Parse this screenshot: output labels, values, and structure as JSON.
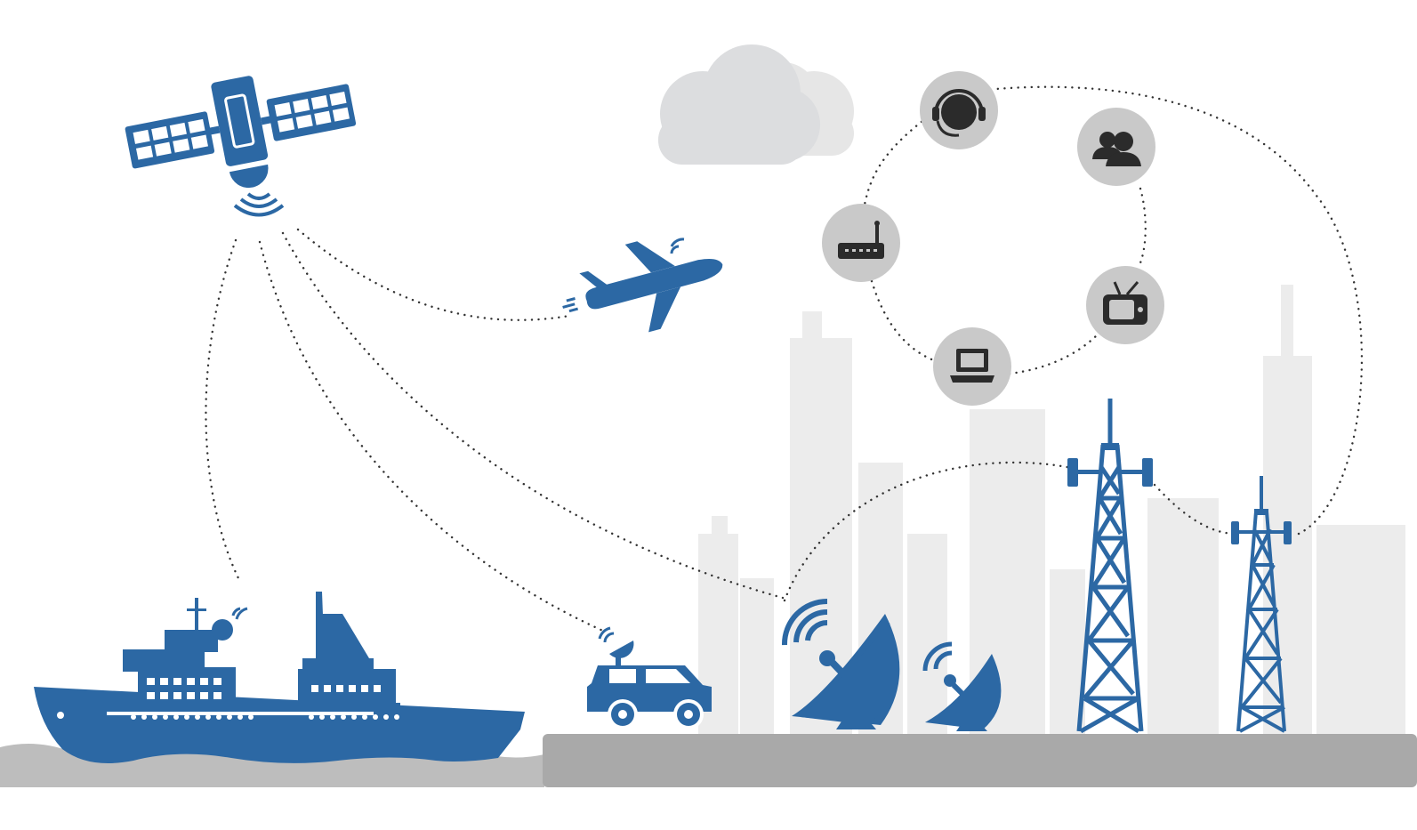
{
  "palette": {
    "primary": "#2c68a4",
    "icon_bg": "#c9c9c9",
    "icon_fg": "#2b2b2b",
    "cloud": "#e0e1e2",
    "ground": "#a9a9a9",
    "skyline": "#ececec"
  },
  "nodes": [
    {
      "id": "satellite",
      "icon": "satellite-icon"
    },
    {
      "id": "airplane",
      "icon": "airplane-icon"
    },
    {
      "id": "ship",
      "icon": "ship-icon"
    },
    {
      "id": "vehicle",
      "icon": "satcom-vehicle-icon"
    },
    {
      "id": "ground_station",
      "icon": "satellite-dish-icon"
    },
    {
      "id": "tower_large",
      "icon": "cell-tower-icon"
    },
    {
      "id": "tower_small",
      "icon": "cell-tower-icon"
    },
    {
      "id": "cloud",
      "icon": "cloud-icon"
    }
  ],
  "services": [
    {
      "id": "call_center",
      "icon": "headset-icon"
    },
    {
      "id": "users",
      "icon": "users-icon"
    },
    {
      "id": "router",
      "icon": "router-icon"
    },
    {
      "id": "television",
      "icon": "tv-icon"
    },
    {
      "id": "laptop",
      "icon": "laptop-icon"
    }
  ]
}
